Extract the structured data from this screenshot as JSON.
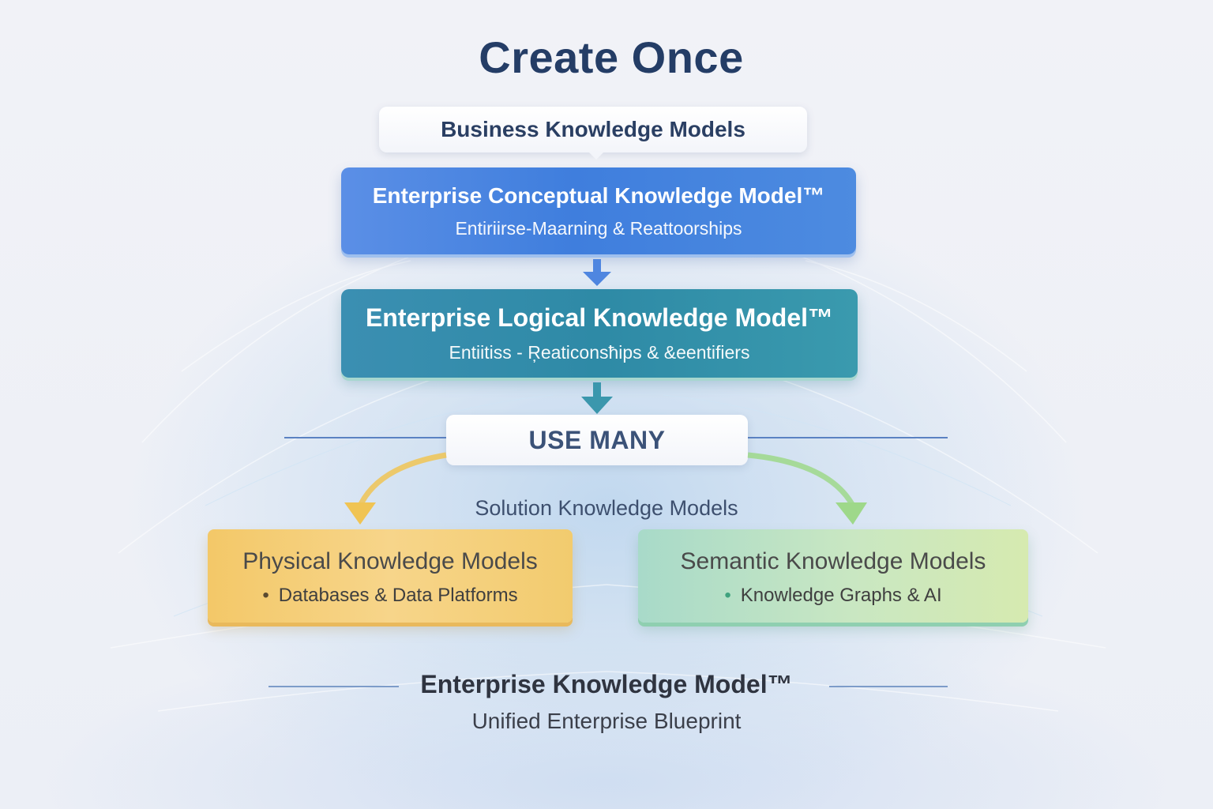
{
  "title": "Create Once",
  "business_models": "Business Knowledge Models",
  "conceptual": {
    "title": "Enterprise Conceptual Knowledge Model™",
    "subtitle": "Entiriirse-Maarning & Reattoorships"
  },
  "logical": {
    "title": "Enterprise Logical Knowledge Model™",
    "subtitle": "Entiitiss - Ŗeaticonsħips & &eentifiers"
  },
  "use_many": "USE MANY",
  "solution_models": "Solution Knowledge Models",
  "physical": {
    "title": "Physical Knowledge Models",
    "bullet": "•",
    "item": "Databases & Data Platforms"
  },
  "semantic": {
    "title": "Semantic Knowledge Models",
    "bullet": "•",
    "item": "Knowledge Graphs & AI"
  },
  "footer": {
    "title": "Enterprise Knowledge Model™",
    "subtitle": "Unified Enterprise Blueprint"
  },
  "colors": {
    "title": "#243d66",
    "conceptual": "#4a85e0",
    "logical": "#2e8aa6",
    "physical": "#f5cf78",
    "semantic": "#bfe3c6",
    "arrow_blue": "#4f86e0",
    "arrow_teal": "#3b97ad",
    "arrow_yellow": "#f0c454",
    "arrow_green": "#9ed88a"
  }
}
